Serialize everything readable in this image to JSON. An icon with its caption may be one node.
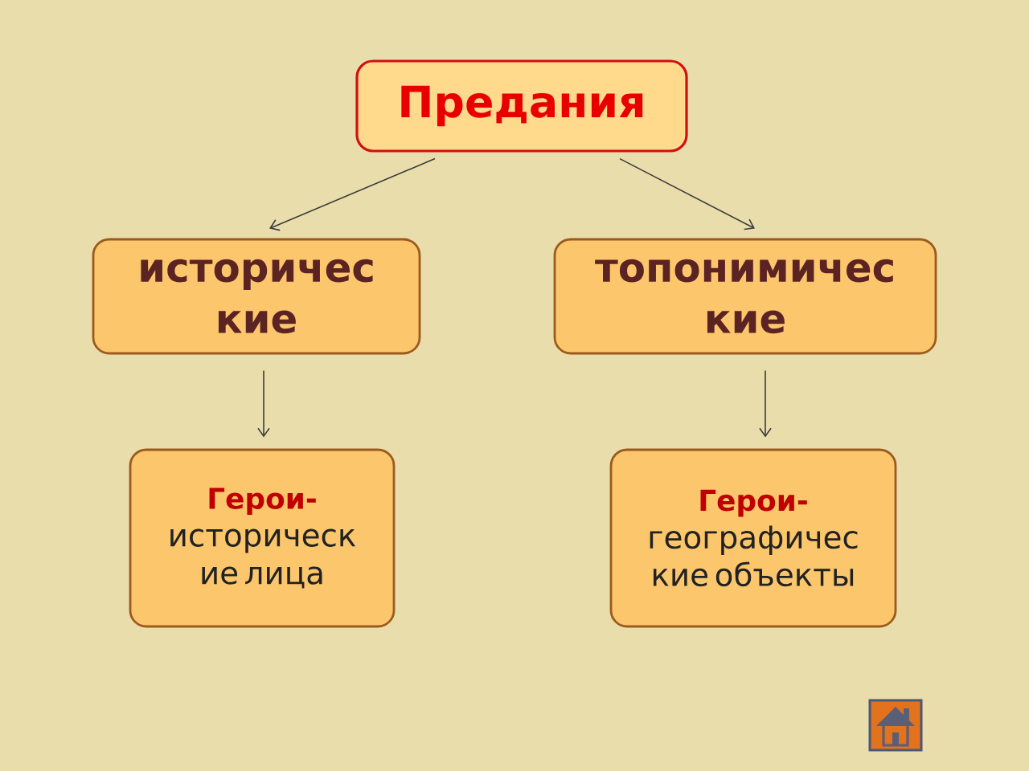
{
  "diagram": {
    "nodes": [
      {
        "text": [
          "Предания"
        ]
      },
      {
        "text": [
          "историчес кие"
        ]
      },
      {
        "text": [
          "топонимичес кие"
        ]
      },
      {
        "text": [
          "Герои-",
          "историческ ие лица"
        ]
      },
      {
        "text": [
          "Герои-",
          "географичес кие объекты"
        ]
      }
    ],
    "edges": [
      {
        "from": 0,
        "to": 1,
        "arrow": "to"
      },
      {
        "from": 0,
        "to": 2,
        "arrow": "to"
      },
      {
        "from": 1,
        "to": 3,
        "arrow": "to"
      },
      {
        "from": 2,
        "to": 4,
        "arrow": "to"
      }
    ]
  }
}
